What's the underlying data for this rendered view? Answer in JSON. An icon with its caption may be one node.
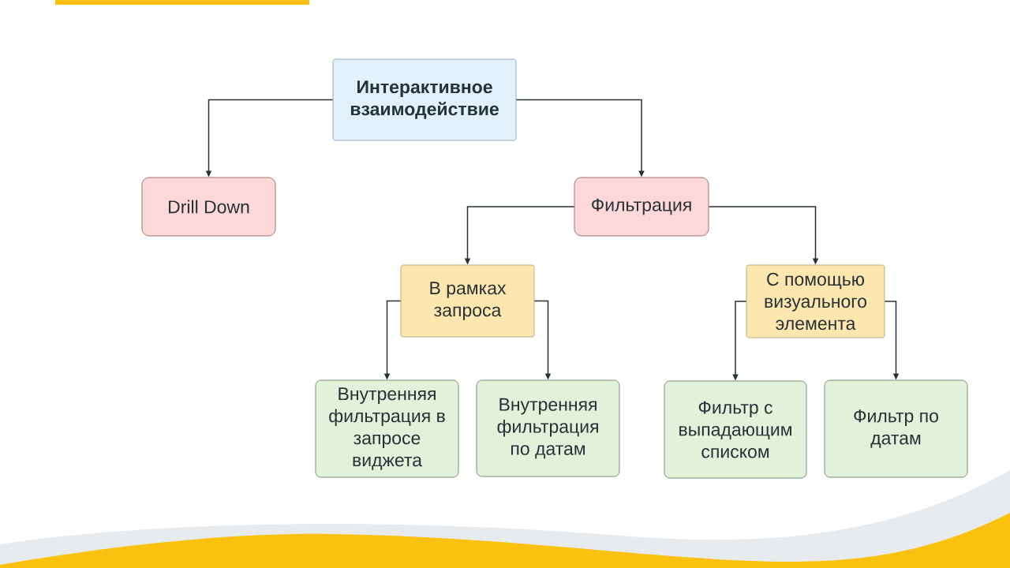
{
  "diagram": {
    "nodes": [
      {
        "text": [
          "Интерактивное взаимодействие"
        ]
      },
      {
        "text": [
          "Drill Down"
        ]
      },
      {
        "text": [
          "Фильтрация"
        ]
      },
      {
        "text": [
          "В рамках запроса"
        ]
      },
      {
        "text": [
          "С помощью визуального элемента"
        ]
      },
      {
        "text": [
          "Внутренняя фильтрация в запросе виджета"
        ]
      },
      {
        "text": [
          "Внутренняя фильтрация по датам"
        ]
      },
      {
        "text": [
          "Фильтр с выпадающим списком"
        ]
      },
      {
        "text": [
          "Фильтр по датам"
        ]
      }
    ],
    "edges": [
      {
        "from": 0,
        "to": 1,
        "arrow": "to"
      },
      {
        "from": 0,
        "to": 2,
        "arrow": "to"
      },
      {
        "from": 2,
        "to": 3,
        "arrow": "to"
      },
      {
        "from": 2,
        "to": 4,
        "arrow": "to"
      },
      {
        "from": 3,
        "to": 5,
        "arrow": "to"
      },
      {
        "from": 3,
        "to": 6,
        "arrow": "to"
      },
      {
        "from": 4,
        "to": 7,
        "arrow": "to"
      },
      {
        "from": 4,
        "to": 8,
        "arrow": "to"
      }
    ]
  }
}
